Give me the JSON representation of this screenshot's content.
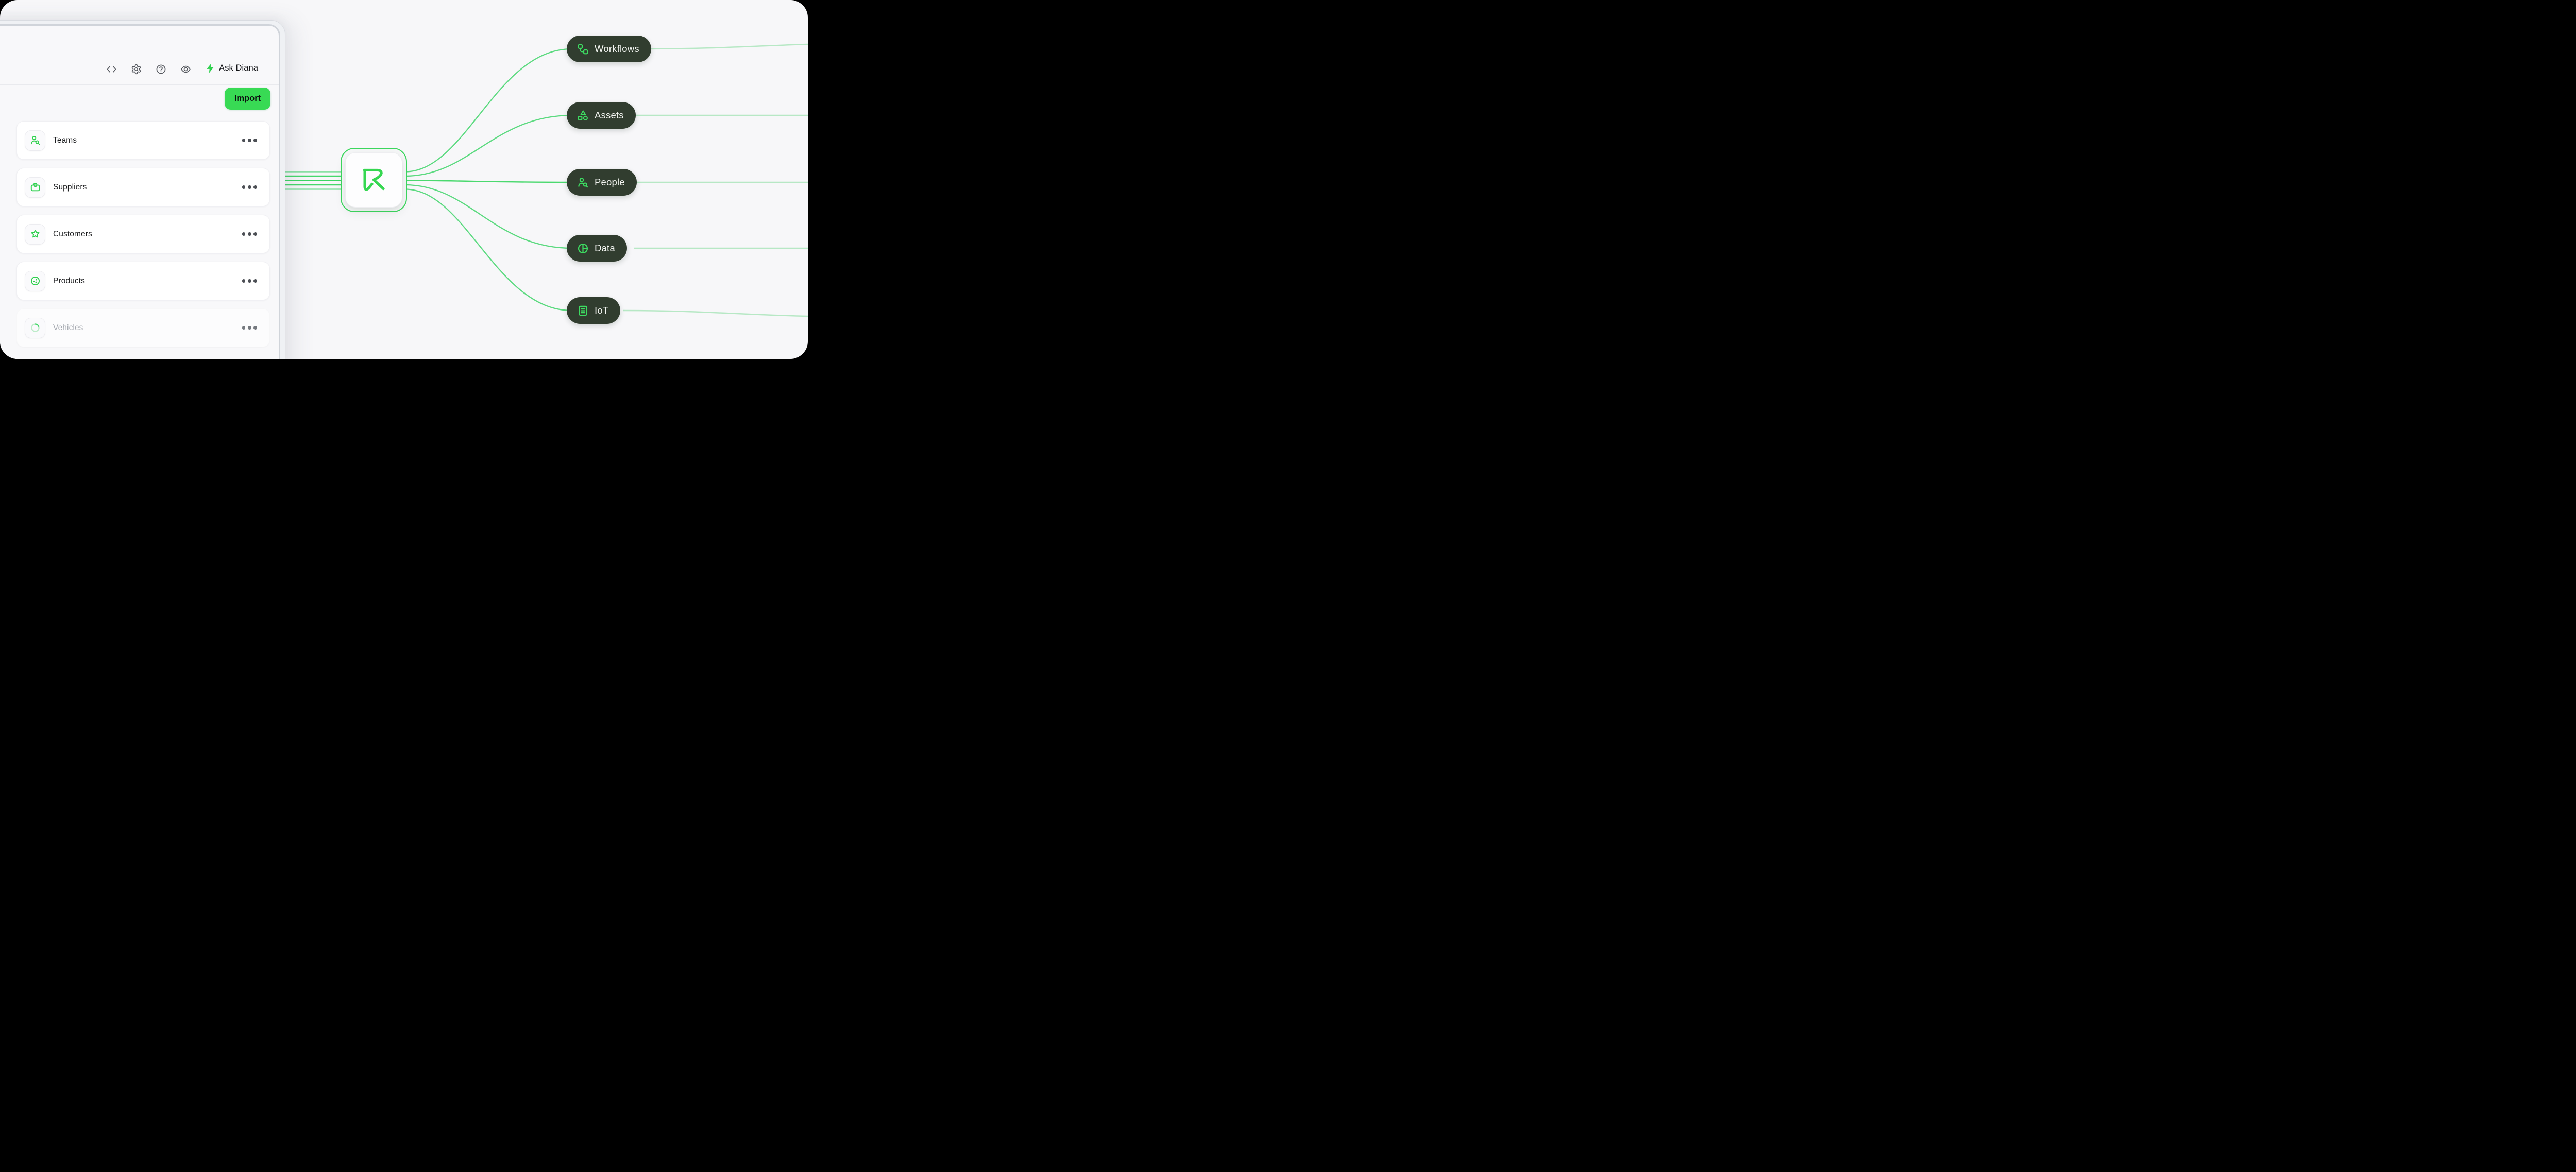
{
  "toolbar": {
    "icons": [
      {
        "name": "code-icon"
      },
      {
        "name": "gear-icon"
      },
      {
        "name": "help-icon"
      },
      {
        "name": "eye-icon"
      }
    ],
    "ask_label": "Ask Diana",
    "ask_icon": "bolt-icon"
  },
  "actions": {
    "import_label": "Import"
  },
  "sidebar": {
    "rows": [
      {
        "label": "Teams",
        "icon": "user-search-icon",
        "state": "default"
      },
      {
        "label": "Suppliers",
        "icon": "briefcase-icon",
        "state": "default"
      },
      {
        "label": "Customers",
        "icon": "star-icon",
        "state": "default"
      },
      {
        "label": "Products",
        "icon": "molecule-icon",
        "state": "default"
      },
      {
        "label": "Vehicles",
        "icon": "spinner-icon",
        "state": "loading"
      }
    ],
    "row_menu_icon": "ellipsis-icon"
  },
  "node": {
    "logo": "r-cursor-logo"
  },
  "pills": [
    {
      "label": "Workflows",
      "icon": "workflow-icon"
    },
    {
      "label": "Assets",
      "icon": "shapes-icon"
    },
    {
      "label": "People",
      "icon": "user-search-icon"
    },
    {
      "label": "Data",
      "icon": "pie-chart-icon"
    },
    {
      "label": "IoT",
      "icon": "list-box-icon"
    }
  ],
  "colors": {
    "accent_green": "#38da54",
    "logo_green": "#35d751",
    "pill_background": "#313d2f",
    "pill_text": "#f3f5f1",
    "line_bright": "#3bd763",
    "line_medium": "#5cda80",
    "line_pale": "#b7e8c5",
    "page_background": "#000000",
    "canvas_background": "#f7f7f9"
  }
}
